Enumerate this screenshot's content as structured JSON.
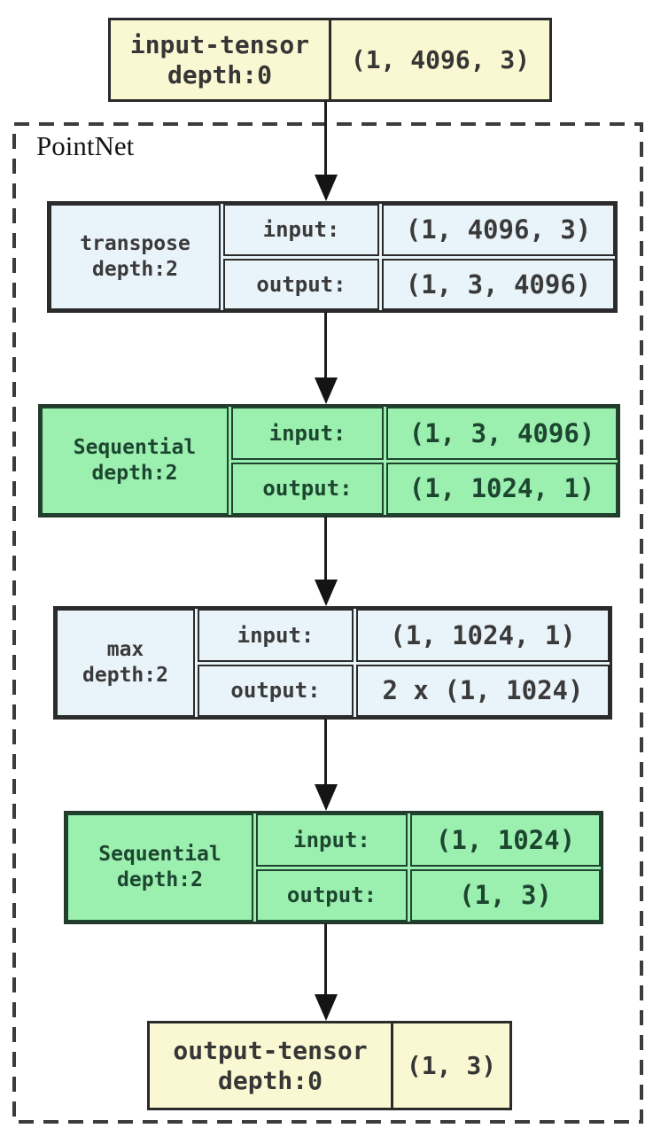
{
  "diagram": {
    "boundary_label": "PointNet",
    "colors": {
      "tensor_bg": "#FAF8D2",
      "function_bg": "#E9F3FA",
      "sequential_bg": "#9BEFAF",
      "node_border": "#2B2B2B",
      "green_stroke": "#1E4430",
      "edge": "#1F1F1F",
      "background": "#FFFFFF"
    },
    "input_node": {
      "name": "input-tensor",
      "depth": "depth:0",
      "shape": "(1, 4096, 3)"
    },
    "modules": [
      {
        "name": "transpose",
        "depth": "depth:2",
        "input_label": "input:",
        "output_label": "output:",
        "input_shape": "(1, 4096, 3)",
        "output_shape": "(1, 3, 4096)"
      },
      {
        "name": "Sequential",
        "depth": "depth:2",
        "input_label": "input:",
        "output_label": "output:",
        "input_shape": "(1, 3, 4096)",
        "output_shape": "(1, 1024, 1)"
      },
      {
        "name": "max",
        "depth": "depth:2",
        "input_label": "input:",
        "output_label": "output:",
        "input_shape": "(1, 1024, 1)",
        "output_shape": "2 x (1, 1024)"
      },
      {
        "name": "Sequential",
        "depth": "depth:2",
        "input_label": "input:",
        "output_label": "output:",
        "input_shape": "(1, 1024)",
        "output_shape": "(1, 3)"
      }
    ],
    "output_node": {
      "name": "output-tensor",
      "depth": "depth:0",
      "shape": "(1, 3)"
    }
  }
}
